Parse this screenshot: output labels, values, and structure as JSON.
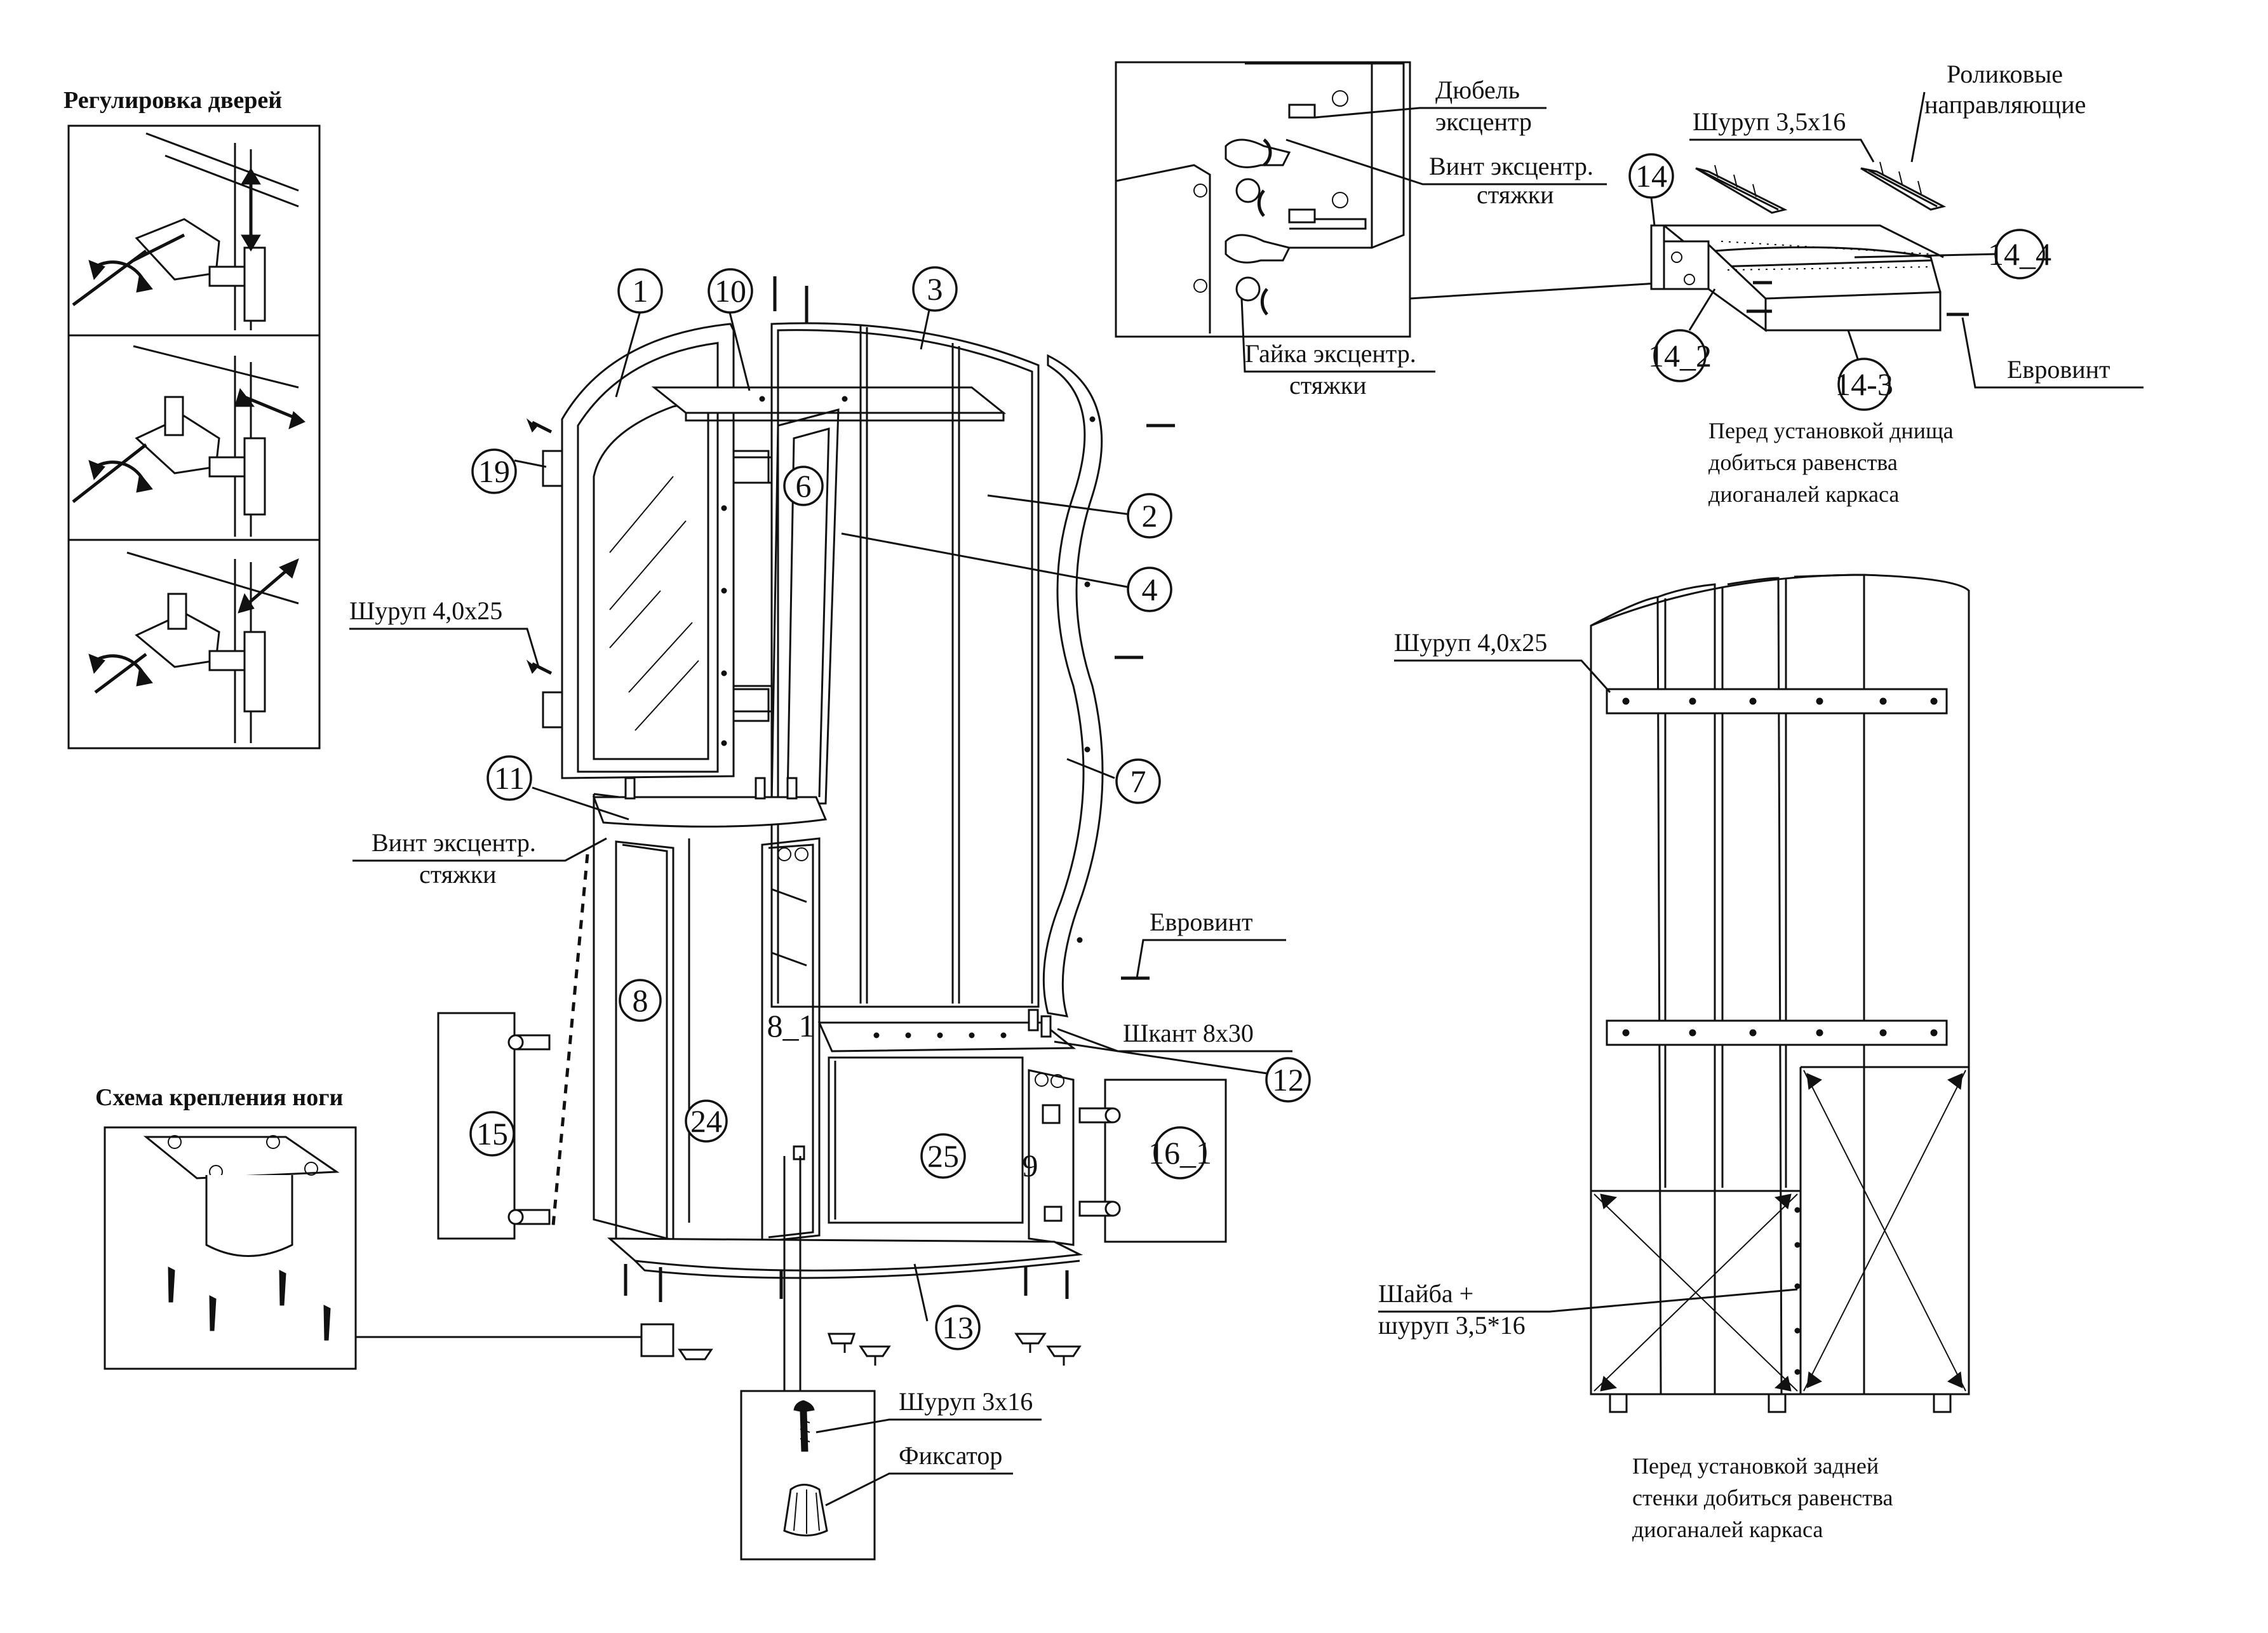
{
  "headings": {
    "door_adjust": "Регулировка дверей",
    "leg_scheme": "Схема крепления ноги"
  },
  "labels": {
    "screw_4x25_left": "Шуруп 4,0х25",
    "screw_4x25_right": "Шуруп 4,0х25",
    "cam_screw_1": "Винт эксцентр.",
    "cam_screw_2": "стяжки",
    "eurovint_mid": "Евровинт",
    "dowel_8x30": "Шкант 8х30",
    "screw_3x16": "Шуруп 3х16",
    "fixator": "Фиксатор",
    "dowel_cam_1": "Дюбель",
    "dowel_cam_2": "эксцентр",
    "cam_screw_top_1": "Винт эксцентр.",
    "cam_screw_top_2": "стяжки",
    "cam_nut_1": "Гайка эксцентр.",
    "cam_nut_2": "стяжки",
    "screw_3_5x16": "Шуруп 3,5х16",
    "roller_guides_1": "Роликовые",
    "roller_guides_2": "направляющие",
    "eurovint_drawer": "Евровинт",
    "washer_1": "Шайба +",
    "washer_2": "шуруп 3,5*16"
  },
  "notes": {
    "drawer_note": [
      "Перед установкой днища",
      "добиться равенства",
      "диоганалей каркаса"
    ],
    "back_note": [
      "Перед установкой задней",
      "стенки добиться равенства",
      "диоганалей каркаса"
    ]
  },
  "parts": {
    "p1": "1",
    "p2": "2",
    "p3": "3",
    "p4": "4",
    "p6": "6",
    "p7": "7",
    "p8": "8",
    "p8_1": "8_1",
    "p9": "9",
    "p10": "10",
    "p11": "11",
    "p12": "12",
    "p13": "13",
    "p14": "14",
    "p14_2": "14_2",
    "p14_3": "14-3",
    "p14_4": "14_4",
    "p15": "15",
    "p16_1": "16_1",
    "p19": "19",
    "p24": "24",
    "p25": "25"
  }
}
